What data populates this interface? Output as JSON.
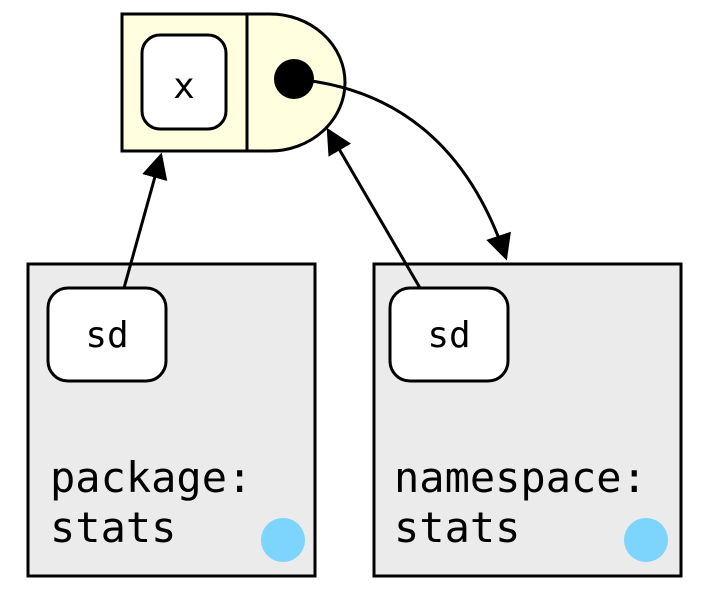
{
  "colors": {
    "environment_fill": "#ebebeb",
    "function_fill": "#ffffe0",
    "binding_fill": "#ffffff",
    "stroke": "#000000",
    "enclosure_dot": "#7dd5fd"
  },
  "function_object": {
    "formal_label": "x"
  },
  "package_env": {
    "binding_label": "sd",
    "name_line1": "package:",
    "name_line2": "stats"
  },
  "namespace_env": {
    "binding_label": "sd",
    "name_line1": "namespace:",
    "name_line2": "stats"
  }
}
